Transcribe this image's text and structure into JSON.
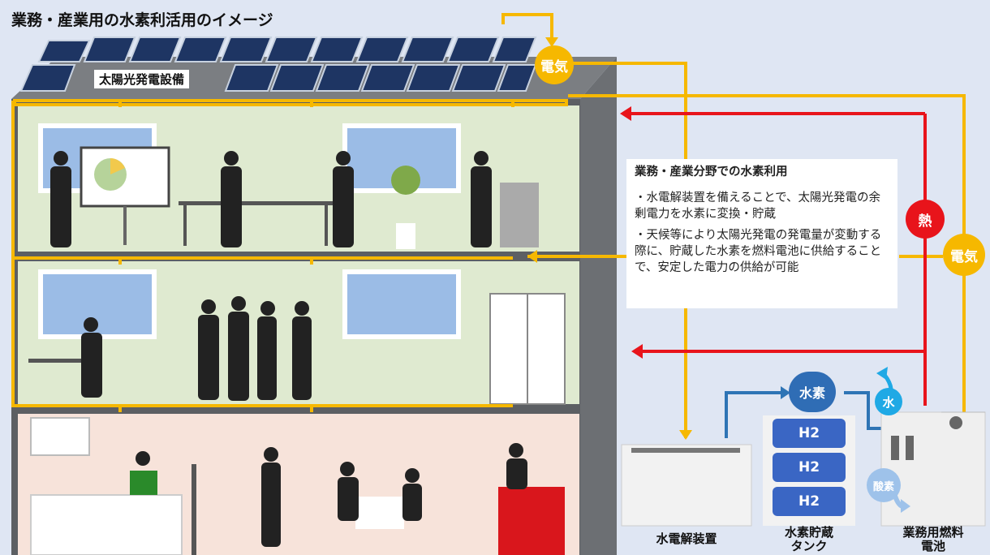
{
  "title": "業務・産業用の水素利活用のイメージ",
  "solar_label": "太陽光発電設備",
  "info_box": {
    "heading": "業務・産業分野での水素利用",
    "point1": "・水電解装置を備えることで、太陽光発電の余剰電力を水素に変換・貯蔵",
    "point2": "・天候等により太陽光発電の発電量が変動する際に、貯蔵した水素を燃料電池に供給することで、安定した電力の供給が可能"
  },
  "badges": {
    "electricity_top": "電気",
    "electricity_right": "電気",
    "heat": "熱",
    "hydrogen": "水素",
    "water": "水",
    "oxygen": "酸素"
  },
  "tank_label": "H2",
  "equipment": {
    "electrolyzer": "水電解装置",
    "tank_line1": "水素貯蔵",
    "tank_line2": "タンク",
    "fuelcell_line1": "業務用燃料",
    "fuelcell_line2": "電池"
  },
  "colors": {
    "power_line": "#f6b800",
    "heat_line": "#e8141b",
    "hydrogen_line": "#2e74b5",
    "water": "#1fa9e5",
    "tank": "#3a66c4"
  }
}
